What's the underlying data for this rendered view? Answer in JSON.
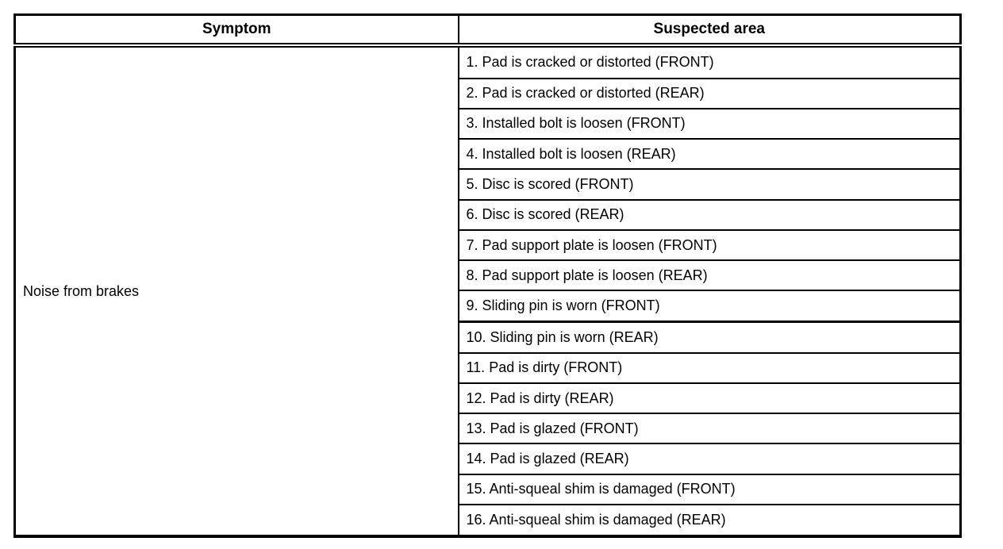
{
  "table": {
    "headers": [
      "Symptom",
      "Suspected area"
    ],
    "symptom": "Noise from brakes",
    "suspected_areas": [
      "1. Pad is cracked or distorted (FRONT)",
      "2. Pad is cracked or distorted (REAR)",
      "3. Installed bolt is loosen (FRONT)",
      "4. Installed bolt is loosen (REAR)",
      "5. Disc is scored (FRONT)",
      "6. Disc is scored (REAR)",
      "7. Pad support plate is loosen (FRONT)",
      "8. Pad support plate is loosen (REAR)",
      "9. Sliding pin is worn (FRONT)",
      "10. Sliding pin is worn (REAR)",
      "11. Pad is dirty (FRONT)",
      "12. Pad is dirty (REAR)",
      "13. Pad is glazed (FRONT)",
      "14. Pad is glazed (REAR)",
      "15. Anti-squeal shim is damaged (FRONT)",
      "16. Anti-squeal shim is damaged (REAR)"
    ]
  }
}
